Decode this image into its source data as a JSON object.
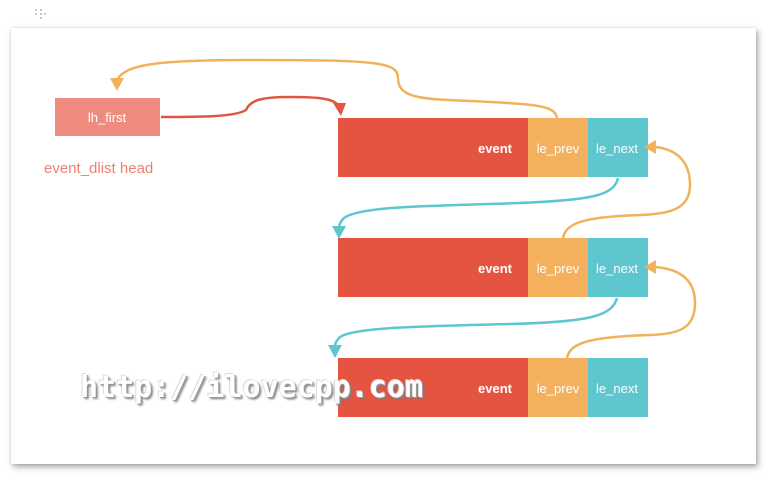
{
  "head": {
    "box_label": "lh_first",
    "caption": "event_dlist head"
  },
  "nodes": [
    {
      "event": "event",
      "prev": "le_prev",
      "next": "le_next"
    },
    {
      "event": "event",
      "prev": "le_prev",
      "next": "le_next"
    },
    {
      "event": "event",
      "prev": "le_prev",
      "next": "le_next"
    }
  ],
  "watermark": "http://ilovecpp.com",
  "colors": {
    "head_box": "#f08b80",
    "head_text": "#ef7f72",
    "event": "#e55441",
    "prev": "#f4b05c",
    "next": "#5ec6cf",
    "arrow_red": "#e05641",
    "arrow_orange": "#f2b25b",
    "arrow_teal": "#5ec6cf"
  }
}
